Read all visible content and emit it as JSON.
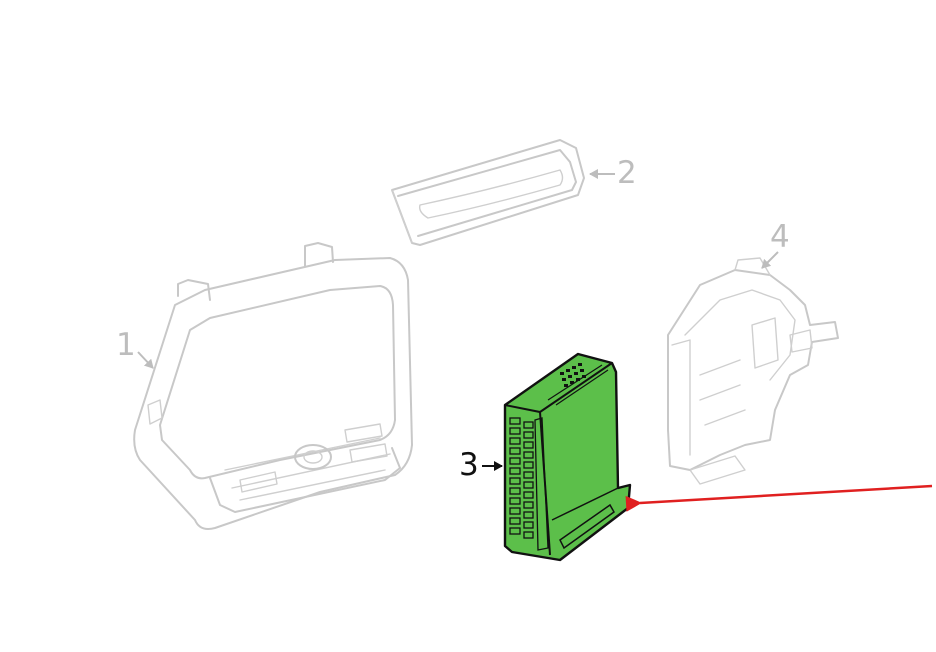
{
  "diagram": {
    "labels": [
      {
        "id": "1",
        "text": "1"
      },
      {
        "id": "2",
        "text": "2"
      },
      {
        "id": "3",
        "text": "3"
      },
      {
        "id": "4",
        "text": "4"
      }
    ],
    "colors": {
      "highlight_fill": "#5cbf4a",
      "highlight_outline": "#111111",
      "ghost_outline": "#c8c8c8",
      "pointer_arrow": "#e02020",
      "background": "#ffffff"
    },
    "highlighted_part": "3"
  }
}
